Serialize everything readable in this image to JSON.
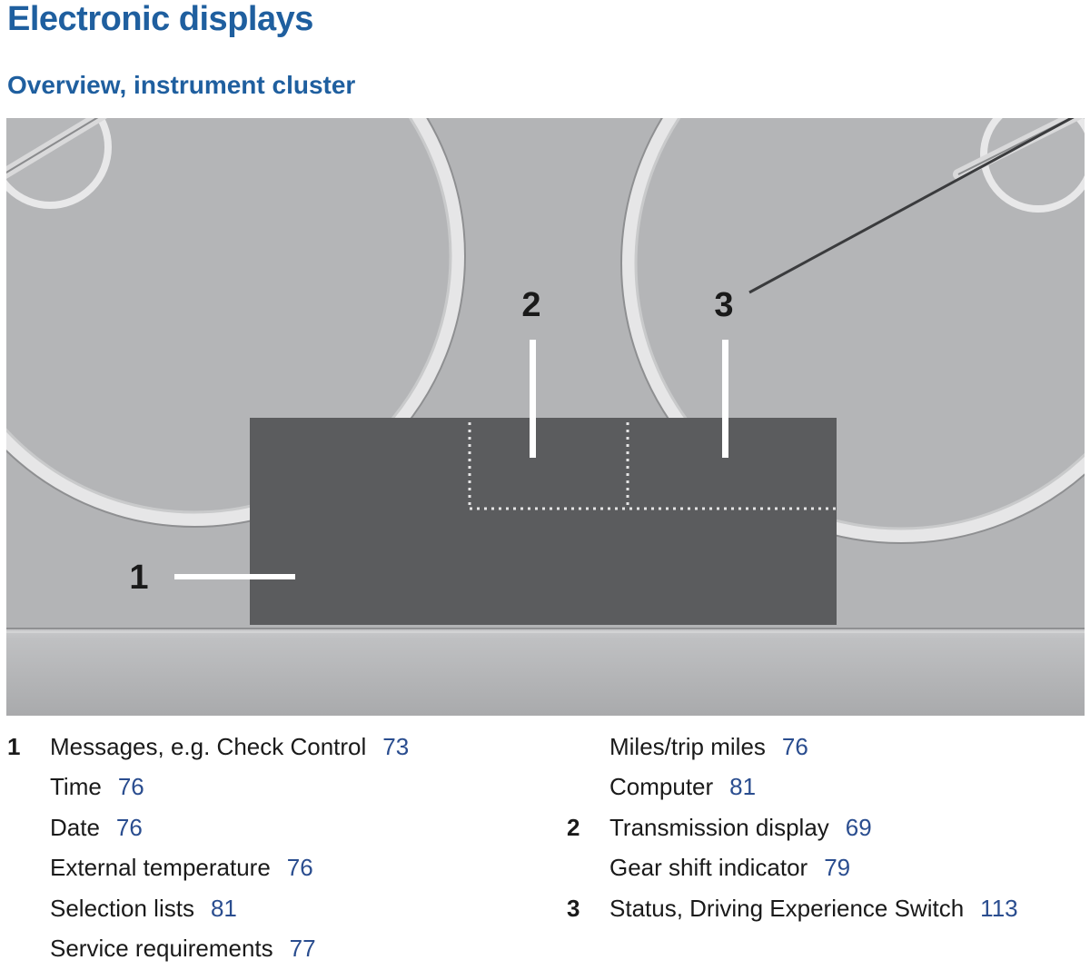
{
  "header": {
    "title": "Electronic displays",
    "subtitle": "Overview, instrument cluster"
  },
  "figure": {
    "callouts": [
      "1",
      "2",
      "3"
    ]
  },
  "legend": {
    "left": [
      {
        "num": "1",
        "text": "Messages, e.g. Check Control",
        "page": "73"
      },
      {
        "num": "",
        "text": "Time",
        "page": "76"
      },
      {
        "num": "",
        "text": "Date",
        "page": "76"
      },
      {
        "num": "",
        "text": "External temperature",
        "page": "76"
      },
      {
        "num": "",
        "text": "Selection lists",
        "page": "81"
      },
      {
        "num": "",
        "text": "Service requirements",
        "page": "77"
      }
    ],
    "right": [
      {
        "num": "",
        "text": "Miles/trip miles",
        "page": "76"
      },
      {
        "num": "",
        "text": "Computer",
        "page": "81"
      },
      {
        "num": "2",
        "text": "Transmission display",
        "page": "69"
      },
      {
        "num": "",
        "text": "Gear shift indicator",
        "page": "79"
      },
      {
        "num": "3",
        "text": "Status, Driving Experience Switch",
        "page": "113"
      }
    ]
  },
  "colors": {
    "heading": "#1f5f9f",
    "page_ref": "#2a4d8f",
    "panel": "#b2b3b5",
    "display": "#5b5c5e"
  }
}
